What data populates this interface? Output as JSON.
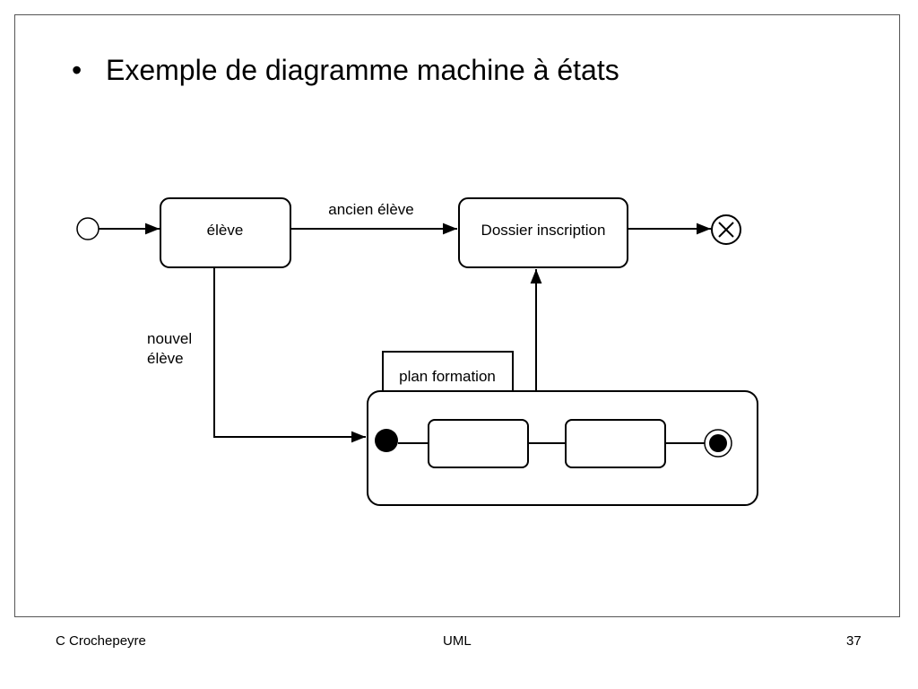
{
  "slide": {
    "bullet": "•",
    "title": "Exemple de diagramme machine à états"
  },
  "diagram": {
    "states": {
      "eleve": "élève",
      "dossier": "Dossier inscription"
    },
    "transitions": {
      "ancien": "ancien élève",
      "nouvel_line1": "nouvel",
      "nouvel_line2": "élève"
    },
    "composite": {
      "label": "plan formation"
    }
  },
  "footer": {
    "author": "C Crochepeyre",
    "course": "UML",
    "page_number": "37"
  }
}
